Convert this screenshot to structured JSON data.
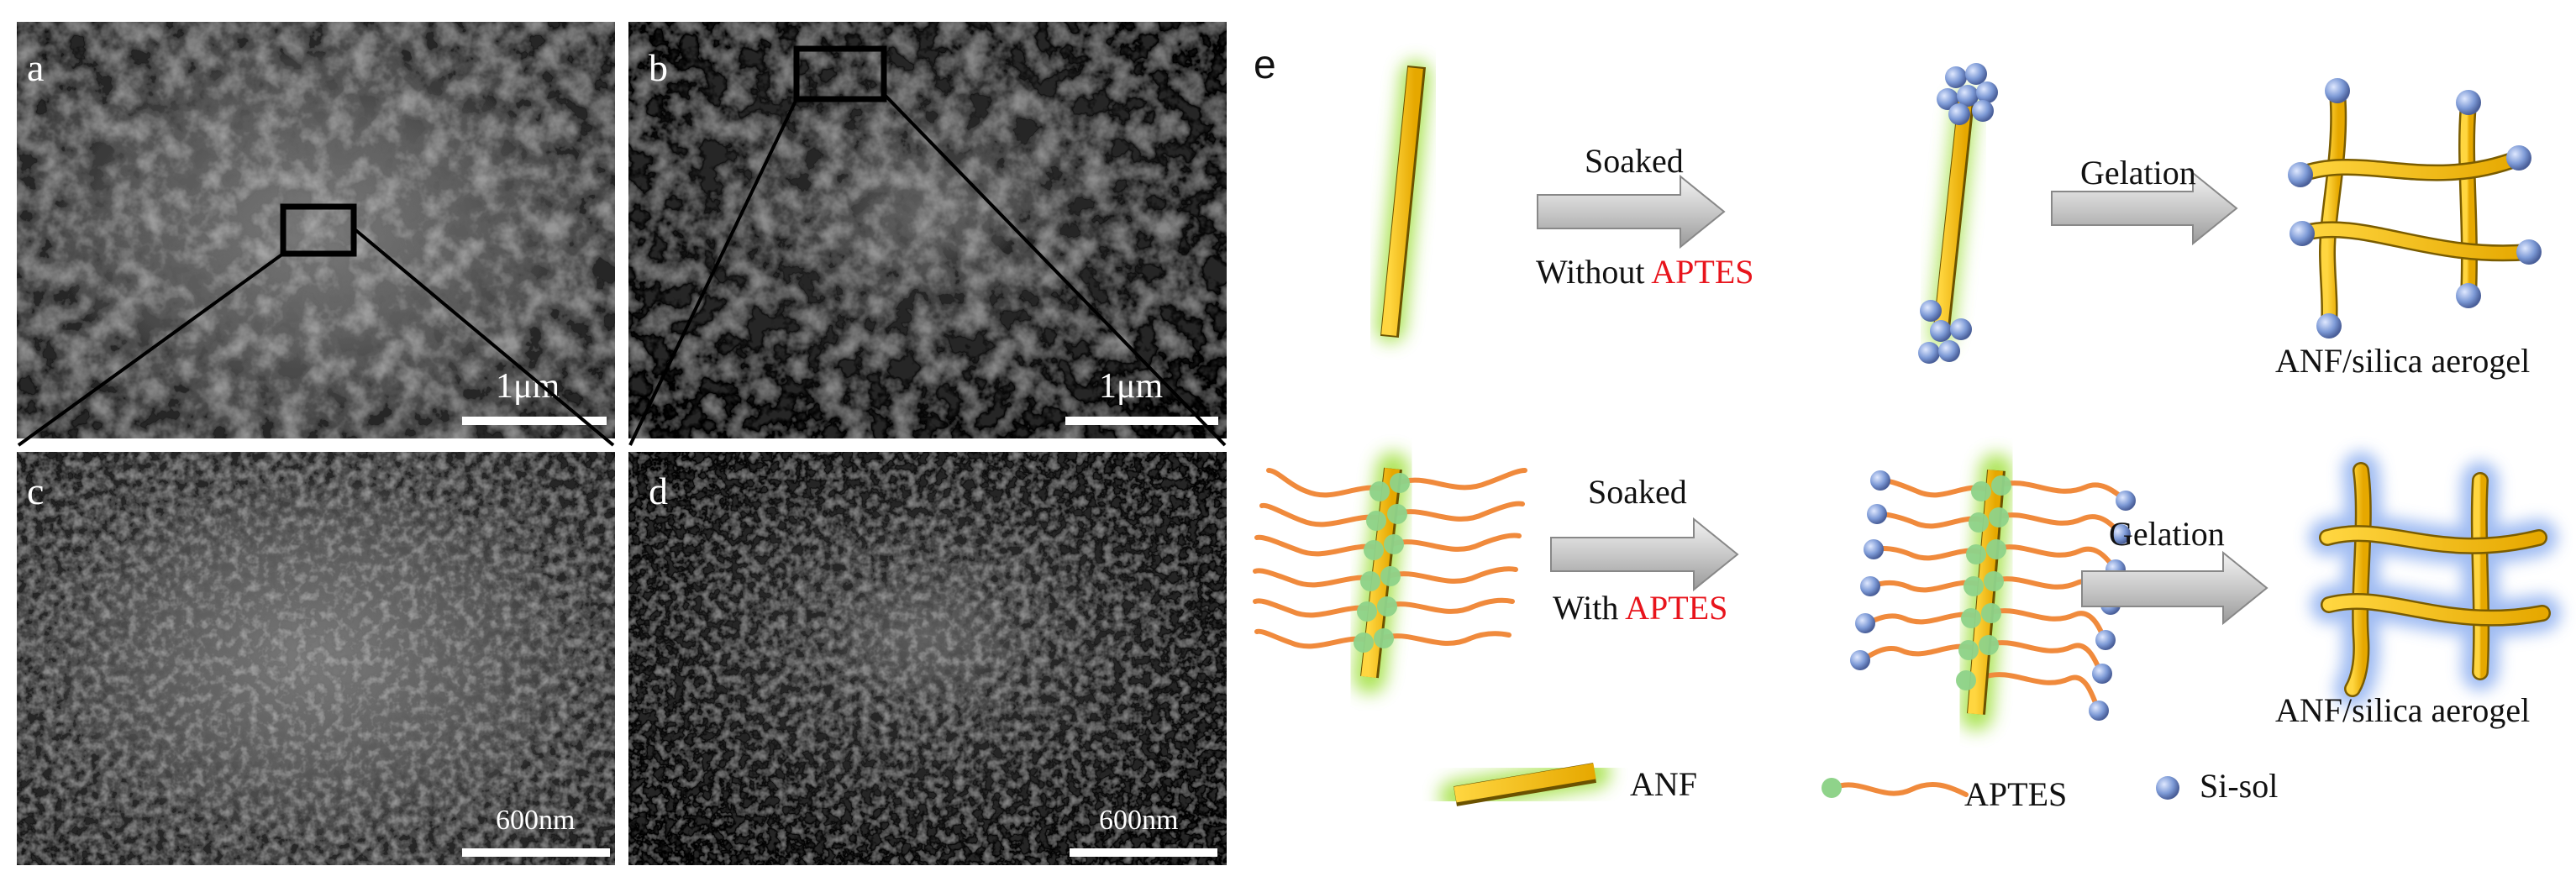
{
  "panels": {
    "a": {
      "label": "a",
      "scale": "1μm"
    },
    "b": {
      "label": "b",
      "scale": "1μm"
    },
    "c": {
      "label": "c",
      "scale": "600nm"
    },
    "d": {
      "label": "d",
      "scale": "600nm"
    }
  },
  "scheme": {
    "label": "e",
    "row1": {
      "step1_top": "Soaked",
      "step1_bottom_prefix": "Without ",
      "step1_bottom_highlight": "APTES",
      "step2_top": "Gelation",
      "result": "ANF/silica aerogel"
    },
    "row2": {
      "step1_top": "Soaked",
      "step1_bottom_prefix": "With ",
      "step1_bottom_highlight": "APTES",
      "step2_top": "Gelation",
      "result": "ANF/silica aerogel"
    },
    "legend": {
      "anf": "ANF",
      "aptes": "APTES",
      "sisol": "Si-sol"
    }
  },
  "colors": {
    "fiber": "#f5b800",
    "glow": "#9be03c",
    "aptes_chain": "#f08a3c",
    "aptes_node": "#8fd38a",
    "sisol": "#7d9ad6",
    "highlight_text": "#e8141c",
    "arrow": "#c8c8c8"
  }
}
